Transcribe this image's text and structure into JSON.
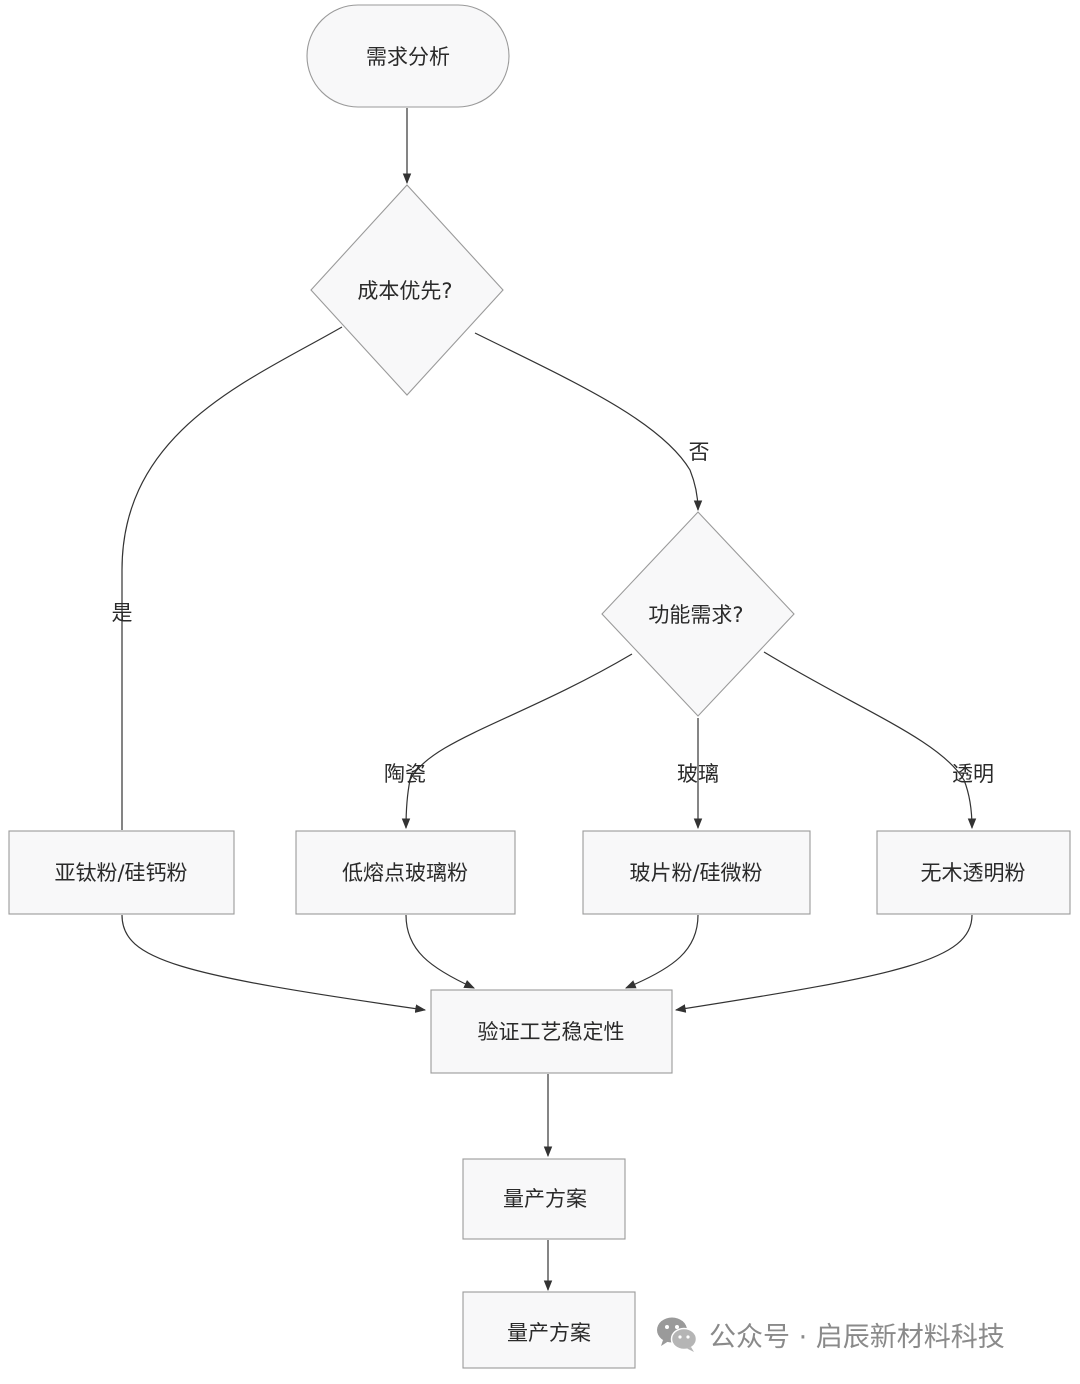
{
  "nodes": {
    "start": "需求分析",
    "decision_cost": "成本优先?",
    "decision_function": "功能需求?",
    "titanium": "亚钛粉/硅钙粉",
    "low_melt_glass": "低熔点玻璃粉",
    "glass_flake": "玻片粉/硅微粉",
    "transparent": "无木透明粉",
    "verify": "验证工艺稳定性",
    "mass_production_1": "量产方案",
    "mass_production_2": "量产方案"
  },
  "edge_labels": {
    "yes": "是",
    "no": "否",
    "ceramic": "陶瓷",
    "glass": "玻璃",
    "transparent": "透明"
  },
  "watermark": {
    "prefix": "公众号 · ",
    "name": "启辰新材料科技",
    "icon": "wechat-icon"
  },
  "colors": {
    "node_fill": "#f8f8f9",
    "node_stroke": "#9a9a9a",
    "edge": "#333333",
    "text": "#2a2a2a",
    "watermark": "#8a8a8a"
  }
}
